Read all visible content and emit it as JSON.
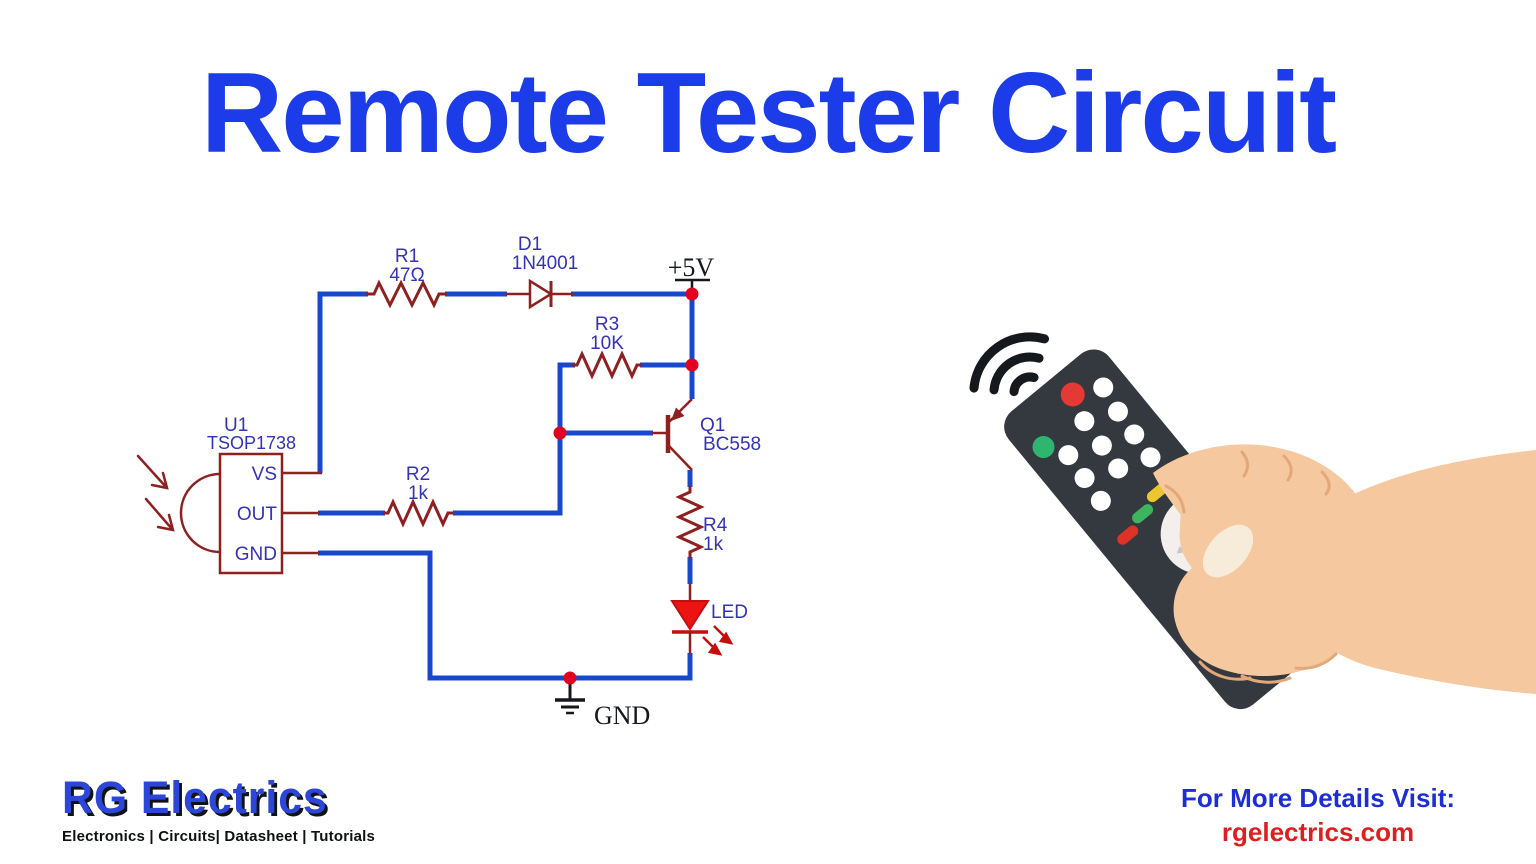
{
  "title": "Remote Tester Circuit",
  "circuit": {
    "u1": {
      "ref": "U1",
      "part": "TSOP1738",
      "pin_vs": "VS",
      "pin_out": "OUT",
      "pin_gnd": "GND"
    },
    "r1": {
      "ref": "R1",
      "value": "47Ω"
    },
    "d1": {
      "ref": "D1",
      "value": "1N4001"
    },
    "r2": {
      "ref": "R2",
      "value": "1k"
    },
    "r3": {
      "ref": "R3",
      "value": "10K"
    },
    "r4": {
      "ref": "R4",
      "value": "1k"
    },
    "q1": {
      "ref": "Q1",
      "value": "BC558"
    },
    "led": {
      "label": "LED"
    },
    "vcc_label": "+5V",
    "gnd_label": "GND"
  },
  "icons": {
    "ir_signal": "ir-signal-arcs",
    "ir_input": "ir-input-arrows",
    "led_emission": "led-emission-arrows"
  },
  "colors": {
    "title_blue": "#1b3ce8",
    "wire_blue": "#1747cf",
    "component_maroon": "#8e2020",
    "junction_red": "#e1001e",
    "label_blue": "#3333b8",
    "led_red": "#ed1313",
    "remote_body": "#34383f",
    "skin": "#f5c89f",
    "logo_blue": "#2b46d8",
    "cta_blue": "#1d2ed6",
    "cta_red": "#de1f1f"
  },
  "branding": {
    "logo": "RG Electrics",
    "tagline": "Electronics | Circuits| Datasheet | Tutorials"
  },
  "footer_cta": {
    "line1": "For More Details Visit:",
    "line2": "rgelectrics.com"
  }
}
